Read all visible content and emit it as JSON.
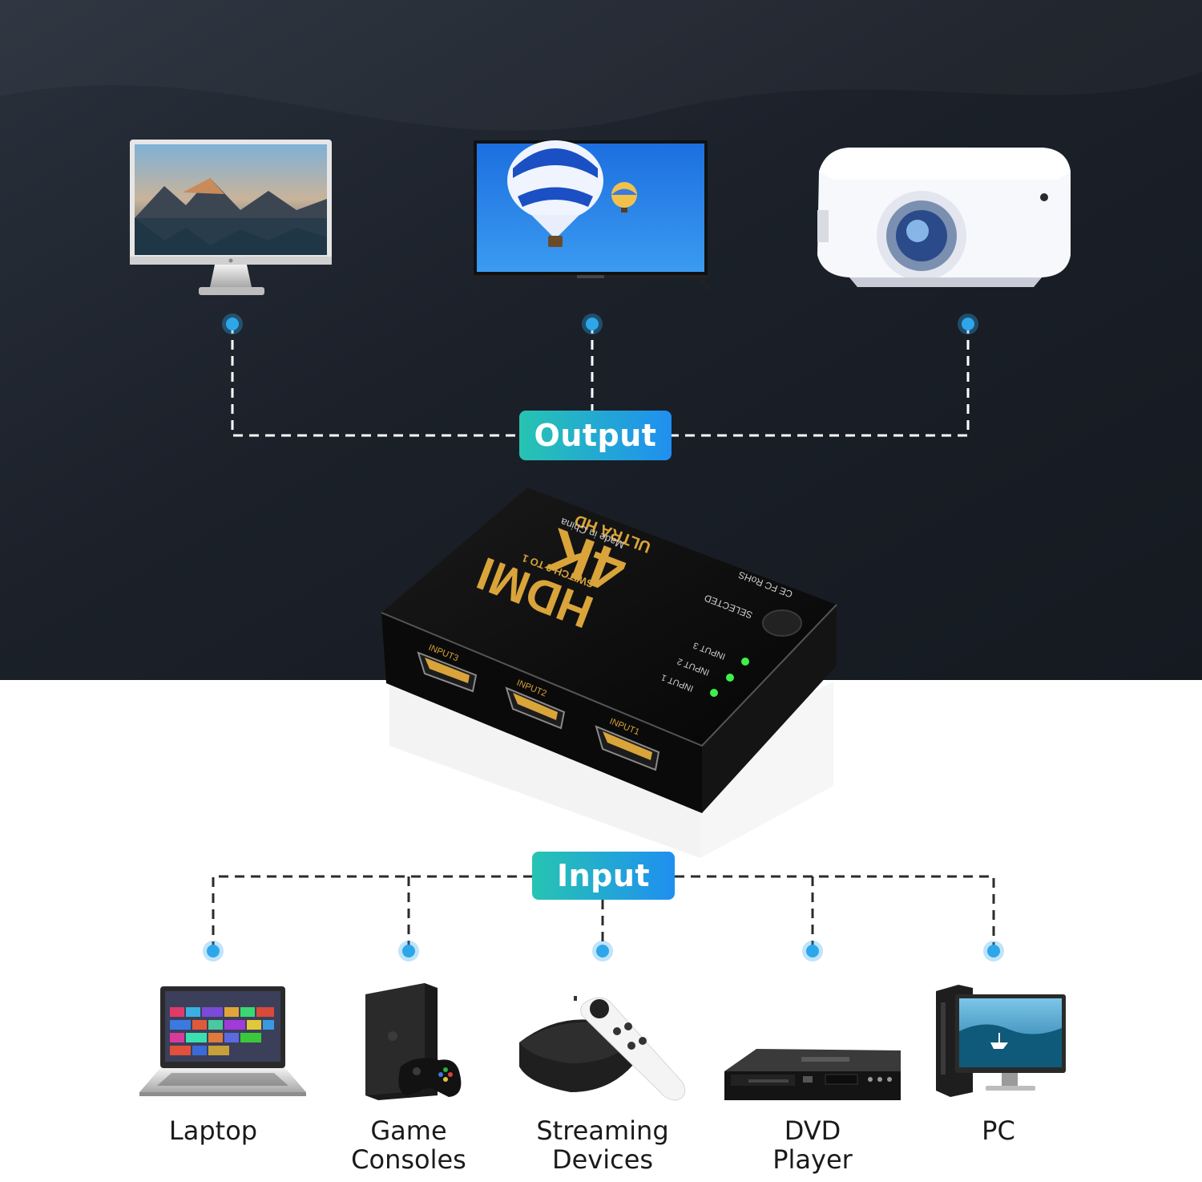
{
  "colors": {
    "accent_start": "#27c4b2",
    "accent_end": "#1f8ff0",
    "dot": "#2ea6ea",
    "dark_bg": "#1c222c",
    "dash": "#ffffff",
    "dash_light": "#2b2b2b"
  },
  "output": {
    "label": "Output"
  },
  "input": {
    "label": "Input"
  },
  "outputs": [
    {
      "icon": "monitor-icon"
    },
    {
      "icon": "tv-icon"
    },
    {
      "icon": "projector-icon"
    }
  ],
  "sources": [
    {
      "label_line1": "Laptop",
      "label_line2": "",
      "icon": "laptop-icon"
    },
    {
      "label_line1": "Game",
      "label_line2": "Consoles",
      "icon": "game-console-icon"
    },
    {
      "label_line1": "Streaming",
      "label_line2": "Devices",
      "icon": "streaming-box-icon"
    },
    {
      "label_line1": "DVD",
      "label_line2": "Player",
      "icon": "dvd-player-icon"
    },
    {
      "label_line1": "PC",
      "label_line2": "",
      "icon": "pc-icon"
    }
  ],
  "device": {
    "brand": "HDMI",
    "model": "SWITCH 3 TO 1",
    "resolution": "4K",
    "tagline": "ULTRA HD",
    "origin": "Made in China",
    "selected": "SELECTED",
    "leds": [
      "INPUT 3",
      "INPUT 2",
      "INPUT 1"
    ],
    "ports": [
      "INPUT3",
      "INPUT2",
      "INPUT1"
    ],
    "marks": "CE FC RoHS"
  }
}
